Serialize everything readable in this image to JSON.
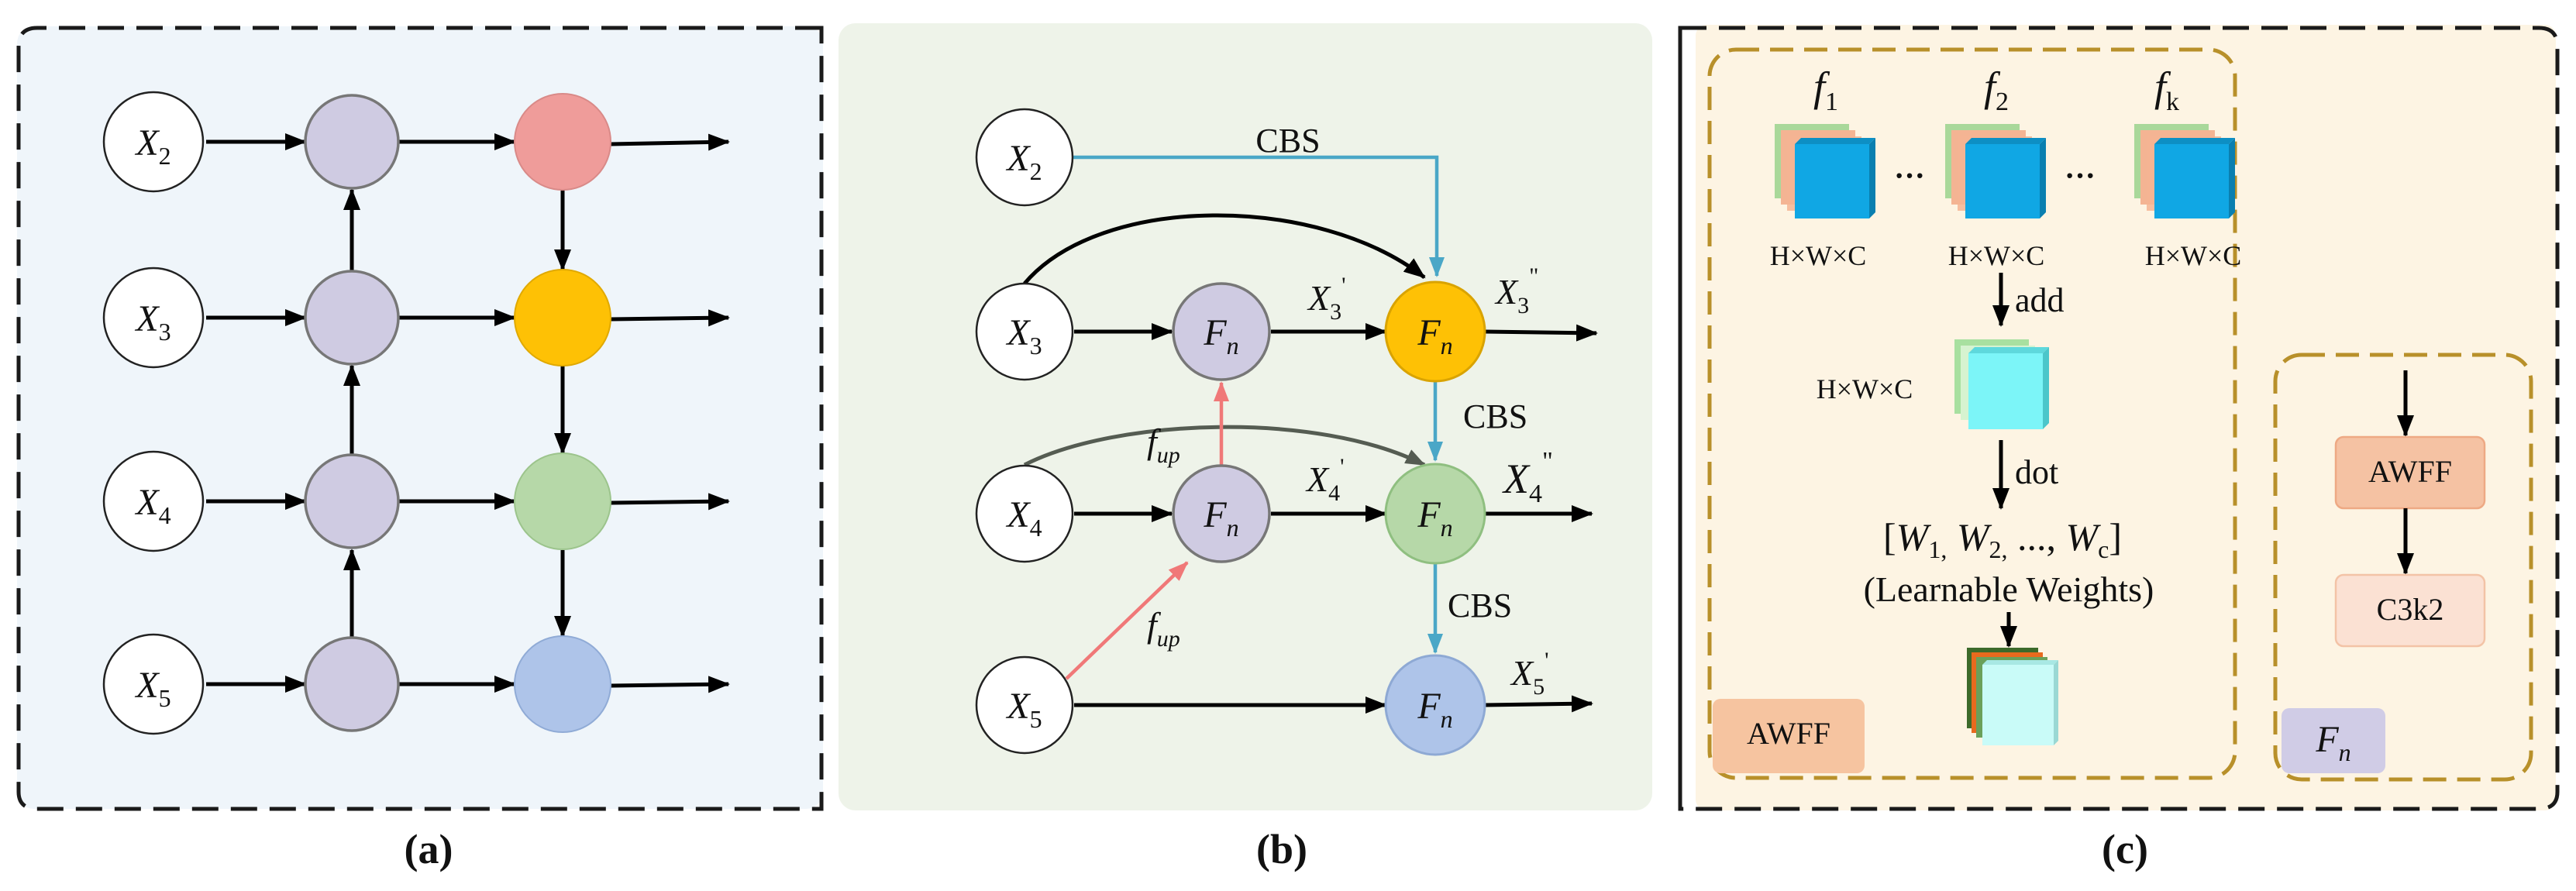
{
  "panels": {
    "a": {
      "caption": "(a)",
      "inputs": [
        {
          "base": "X",
          "sub": "2"
        },
        {
          "base": "X",
          "sub": "3"
        },
        {
          "base": "X",
          "sub": "4"
        },
        {
          "base": "X",
          "sub": "5"
        }
      ],
      "colors": {
        "background": "#eff5fa",
        "purple": "#cfcbe2",
        "red": "#ef9c9a",
        "orange": "#fec105",
        "green": "#b6d8a8",
        "blue": "#aec4e9"
      }
    },
    "b": {
      "caption": "(b)",
      "background": "#eef3e9",
      "inputs": [
        {
          "base": "X",
          "sub": "2"
        },
        {
          "base": "X",
          "sub": "3"
        },
        {
          "base": "X",
          "sub": "4"
        },
        {
          "base": "X",
          "sub": "5"
        }
      ],
      "node_label": {
        "base": "F",
        "sub": "n"
      },
      "edge_labels": {
        "cbs": "CBS",
        "fup": {
          "base": "f",
          "sub": "up"
        },
        "x3p": {
          "base": "X",
          "sub": "3",
          "sup": "'"
        },
        "x4p": {
          "base": "X",
          "sub": "4",
          "sup": "'"
        },
        "x3pp": {
          "base": "X",
          "sub": "3",
          "sup": "\""
        },
        "x4pp": {
          "base": "X",
          "sub": "4",
          "sup": "\""
        },
        "x5p": {
          "base": "X",
          "sub": "5",
          "sup": "'"
        }
      },
      "colors": {
        "cbs_arrow": "#4aa7c7",
        "fup_arrow": "#f07878",
        "skip_arrow": "#555c52"
      }
    },
    "c": {
      "caption": "(c)",
      "background": "#fdf4e3",
      "border": "#b8902a",
      "features": [
        {
          "base": "f",
          "sub": "1"
        },
        {
          "base": "f",
          "sub": "2"
        },
        {
          "base": "f",
          "sub": "k"
        }
      ],
      "dims": "H×W×C",
      "ellipsis": "···",
      "add": "add",
      "dot": "dot",
      "weights": {
        "open": "[",
        "w": "W",
        "s1": "1,",
        "s2": "2,",
        "dots": " ..., ",
        "sc": "c",
        "close": "]"
      },
      "weights_caption": "(Learnable Weights)",
      "awff_tag": "AWFF",
      "fn_tag": {
        "base": "F",
        "sub": "n"
      },
      "awff_block": "AWFF",
      "c3k2_block": "C3k2",
      "colors": {
        "cube_front": "#10a7e4",
        "cube_back1": "#f4b493",
        "cube_back2": "#a9d89a",
        "sum_front": "#7cf5f8",
        "sum_back": "#a8e0a0",
        "weights_front": "#c9fbf8",
        "awff_tag": "#f6c4a0",
        "fn_tag": "#d0cce6",
        "awff_block": "#f5c2a3",
        "c3k2_block": "#fbe1d3"
      }
    }
  }
}
